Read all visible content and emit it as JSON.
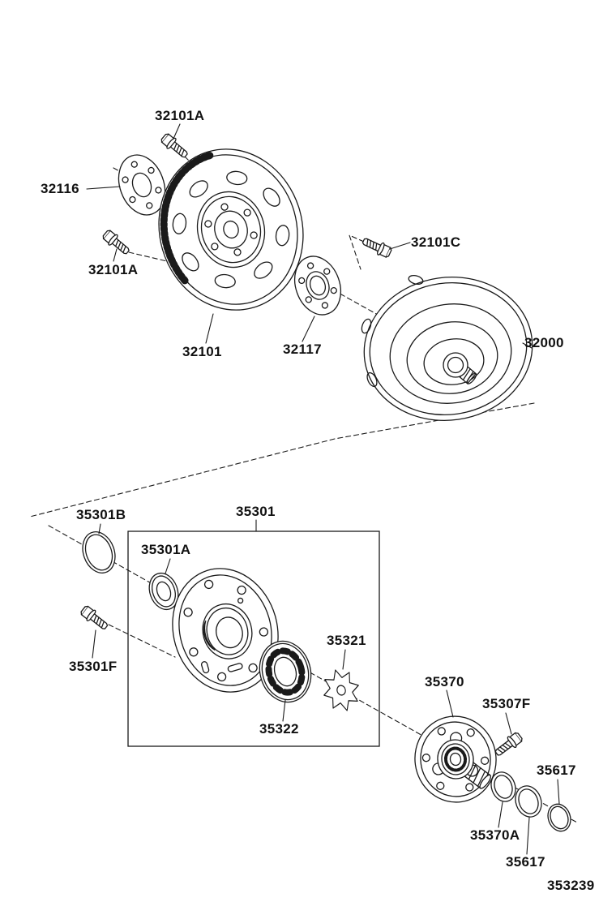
{
  "figure": {
    "type": "exploded-parts-diagram",
    "subject": "torque-converter-and-oil-pump",
    "line_color": "#1a1a1a",
    "background": "#ffffff"
  },
  "labels": {
    "l32101a_top": "32101A",
    "l32116": "32116",
    "l32101a_left": "32101A",
    "l32101c": "32101C",
    "l32101": "32101",
    "l32117": "32117",
    "l32000": "32000",
    "l35301b": "35301B",
    "l35301": "35301",
    "l35301a": "35301A",
    "l35321": "35321",
    "l35301f": "35301F",
    "l35322": "35322",
    "l35370": "35370",
    "l35307f": "35307F",
    "l35617_a": "35617",
    "l35370a": "35370A",
    "l35617_b": "35617",
    "figure_number": "353239"
  }
}
